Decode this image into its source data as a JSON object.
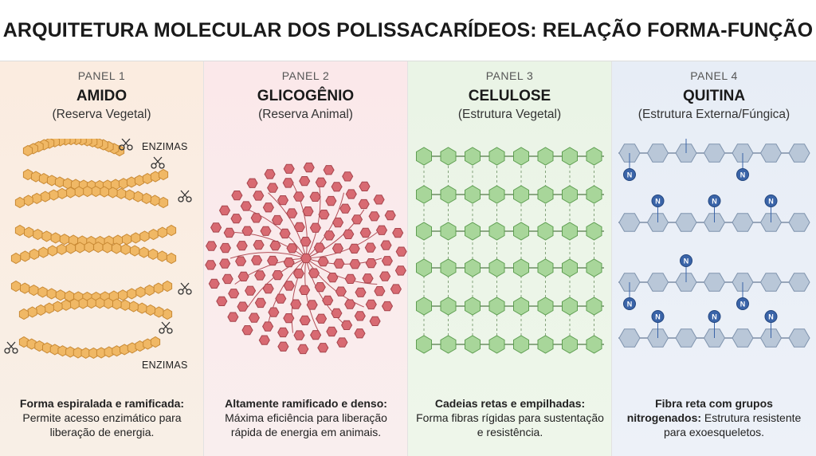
{
  "title": "ARQUITETURA MOLECULAR DOS POLISSACARÍDEOS: RELAÇÃO FORMA-FUNÇÃO",
  "colors": {
    "amido": "#f0b865",
    "glicogenio": "#d86a72",
    "celulose": "#a8d69a",
    "quitina": "#b9c7d8",
    "nitrogen": "#3a64a8"
  },
  "panels": [
    {
      "label": "PANEL 1",
      "name": "AMIDO",
      "subtitle": "(Reserva Vegetal)",
      "enzyme_top": "ENZIMAS",
      "enzyme_bottom": "ENZIMAS",
      "icon": "scissors-icon",
      "desc_bold": "Forma espiralada e ramificada:",
      "desc_text": "Permite acesso enzimático para liberação de energia."
    },
    {
      "label": "PANEL 2",
      "name": "GLICOGÊNIO",
      "subtitle": "(Reserva Animal)",
      "desc_bold": "Altamente ramificado e denso:",
      "desc_text": "Máxima eficiência para liberação rápida de energia em animais."
    },
    {
      "label": "PANEL 3",
      "name": "CELULOSE",
      "subtitle": "(Estrutura Vegetal)",
      "desc_bold": "Cadeias retas e empilhadas:",
      "desc_text": "Forma fibras rígidas para sustentação e resistência."
    },
    {
      "label": "PANEL 4",
      "name": "QUITINA",
      "subtitle": "(Estrutura Externa/Fúngica)",
      "nitrogen_label": "N",
      "desc_bold": "Fibra reta com grupos nitrogenados:",
      "desc_text": "Estrutura resistente para exoesqueletos."
    }
  ]
}
